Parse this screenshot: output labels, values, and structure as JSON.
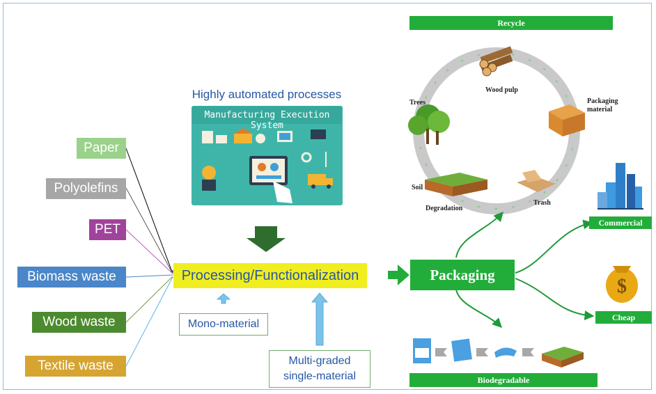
{
  "automation": {
    "title": "Highly automated processes",
    "panel_title": "Manufacturing Execution System"
  },
  "sources": [
    {
      "label": "Paper",
      "color": "#9ad18b"
    },
    {
      "label": "Polyolefins",
      "color": "#a6a6a6"
    },
    {
      "label": "PET",
      "color": "#a0439b"
    },
    {
      "label": "Biomass waste",
      "color": "#4a86c8"
    },
    {
      "label": "Wood waste",
      "color": "#4c8a2f"
    },
    {
      "label": "Textile waste",
      "color": "#d6a431"
    }
  ],
  "line_colors": [
    "#000000",
    "#5a5a5a",
    "#c25ac0",
    "#4a86c8",
    "#7a9a4a",
    "#5bb6e6"
  ],
  "processing": {
    "label": "Processing/Functionalization",
    "color": "#f1ee1f"
  },
  "mono": {
    "label": "Mono-material"
  },
  "multi": {
    "line1": "Multi-graded",
    "line2": "single-material"
  },
  "packaging": {
    "label": "Packaging",
    "color": "#22ad3a"
  },
  "cycle": {
    "recycle": "Recycle",
    "wood_pulp": "Wood pulp",
    "trees": "Trees",
    "packaging_material_1": "Packaging",
    "packaging_material_2": "material",
    "soil": "Soil",
    "degradation": "Degradation",
    "trash": "Trash"
  },
  "outcomes": {
    "commercial": "Commercial",
    "cheap": "Cheap",
    "biodegradable": "Biodegradable"
  }
}
